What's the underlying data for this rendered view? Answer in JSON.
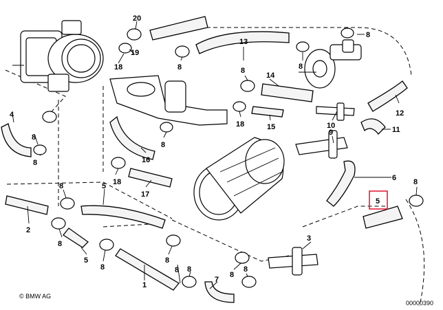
{
  "diagram": {
    "labels": {
      "p20": "20",
      "p19": "19",
      "p13": "13",
      "p8a": "8",
      "p8b": "8",
      "p8c": "8",
      "p18a": "18",
      "p8d": "8",
      "p14": "14",
      "p8e": "8",
      "p10": "10",
      "p12": "12",
      "p4": "4",
      "p8f": "8",
      "p8g": "8",
      "p18b": "18",
      "p15": "15",
      "p9": "9",
      "p11": "11",
      "p16": "16",
      "p8h": "8",
      "p18c": "18",
      "p6": "6",
      "p17": "17",
      "p8i": "8",
      "p5a": "5",
      "p8j": "8",
      "p2": "2",
      "p8k": "8",
      "p5b": "5",
      "p8l": "8",
      "p8m": "8",
      "p1": "1",
      "p7": "7",
      "p8n": "8",
      "p3": "3",
      "p8o": "8",
      "p8p": "8",
      "p5hl": "5"
    },
    "copyright": "© BMW AG",
    "ref_number": "00000390"
  }
}
